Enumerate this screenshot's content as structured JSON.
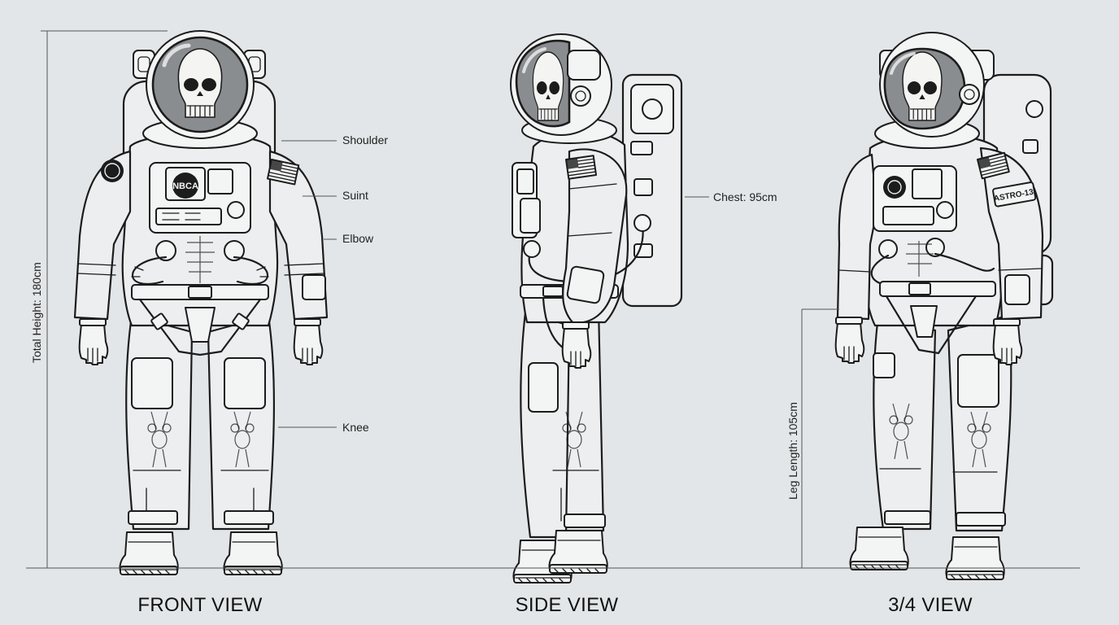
{
  "views": {
    "front": {
      "label": "FRONT VIEW"
    },
    "side": {
      "label": "SIDE VIEW"
    },
    "three_quarter": {
      "label": "3/4 VIEW"
    }
  },
  "callouts": {
    "shoulder": "Shoulder",
    "suint": "Suint",
    "elbow": "Elbow",
    "knee": "Knee",
    "chest": "Chest: 95cm"
  },
  "dimensions": {
    "total_height": "Total Height: 180cm",
    "leg_length": "Leg Length: 105cm"
  },
  "patches": {
    "chest_logo": "NBCA",
    "name_tag": "ASTRO-13"
  },
  "colors": {
    "background": "#e3e6e8",
    "line": "#1c1c1c",
    "visor": "#8a8d90"
  }
}
